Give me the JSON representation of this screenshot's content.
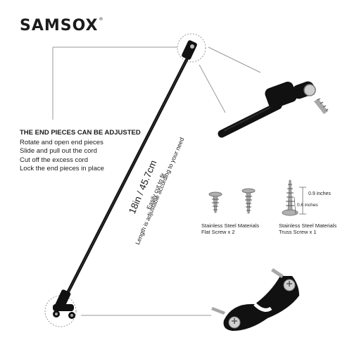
{
  "brand": {
    "name": "SAMSOX",
    "mark": "®"
  },
  "instructions": {
    "heading": "THE END PIECES CAN BE ADJUSTED",
    "steps": [
      "Rotate and open end pieces",
      "Slide and pull out the cord",
      "Cut off the excess cord",
      "Lock the end pieces in place"
    ]
  },
  "length": {
    "main": "18in / 45.7cm",
    "note1": "Easily cut to fit",
    "note2": "Length is adjustable according to your need"
  },
  "screws": {
    "flat_caption_line1": "Stainless Steel Materials",
    "flat_caption_line2": "Flat Screw x 2",
    "truss_caption_line1": "Stainless Steel Materials",
    "truss_caption_line2": "Truss Screw x 1",
    "dim_long": "0.9 inches",
    "dim_short": "0.6 inches"
  },
  "colors": {
    "cord": "#111111",
    "guide": "#999999",
    "metal": "#a8a8a8"
  },
  "icons": [
    "cord-icon",
    "end-piece-icon",
    "screw-icon",
    "bracket-icon"
  ]
}
